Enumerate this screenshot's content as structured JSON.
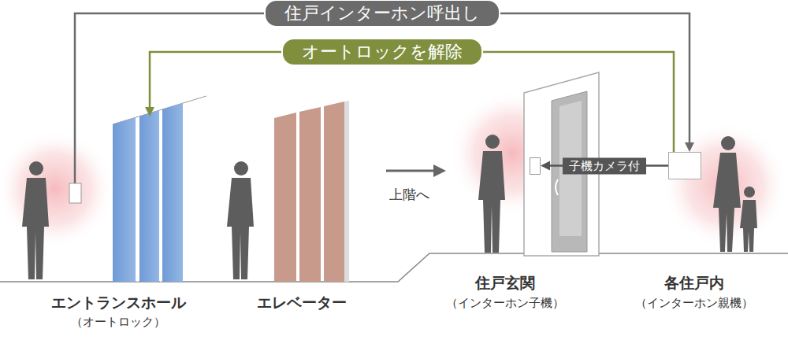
{
  "diagram": {
    "nodes": [
      {
        "text": [
          "エントランスホール",
          "（オートロック）"
        ]
      },
      {
        "text": [
          "エレベーター"
        ]
      },
      {
        "text": [
          "住戸玄関",
          "（インターホン子機）"
        ]
      },
      {
        "text": [
          "各住戸内",
          "（インターホン親機）"
        ]
      }
    ],
    "edges": [
      {
        "from": 0,
        "to": 3,
        "label": "住戸インターホン呼出し",
        "arrow": "to"
      },
      {
        "from": 3,
        "to": 0,
        "label": "オートロックを解除",
        "arrow": "to"
      },
      {
        "from": 3,
        "to": 2,
        "label": "子機カメラ付",
        "arrow": "to"
      }
    ],
    "labels": [
      "上階へ"
    ]
  }
}
